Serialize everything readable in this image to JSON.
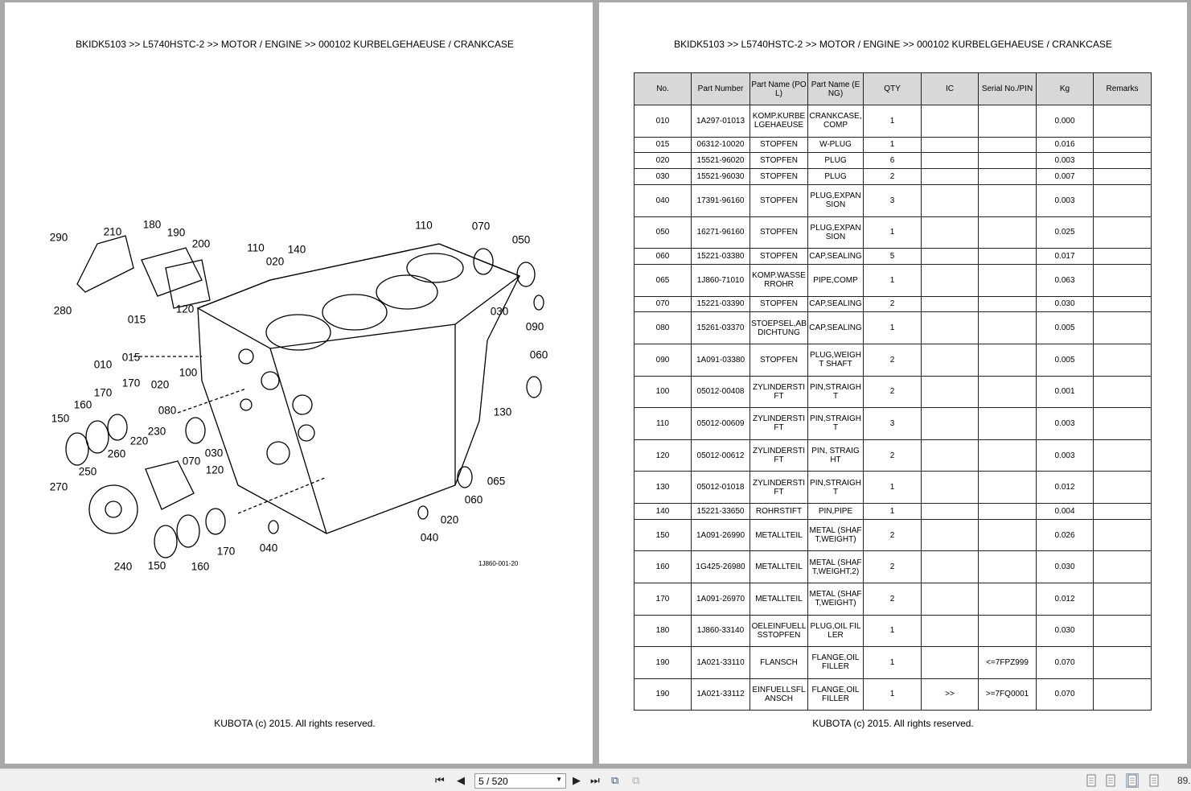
{
  "breadcrumb": "BKIDK5103 >> L5740HSTC-2 >> MOTOR / ENGINE >> 000102   KURBELGEHAEUSE / CRANKCASE",
  "footer": "KUBOTA (c) 2015. All rights reserved.",
  "diagram": {
    "code": "1J860-001-20",
    "callouts": [
      "290",
      "210",
      "180",
      "190",
      "200",
      "110",
      "140",
      "020",
      "110",
      "070",
      "050",
      "280",
      "120",
      "015",
      "030",
      "090",
      "010",
      "015",
      "170",
      "020",
      "100",
      "060",
      "170",
      "160",
      "080",
      "150",
      "230",
      "220",
      "260",
      "070",
      "030",
      "120",
      "130",
      "250",
      "270",
      "065",
      "060",
      "020",
      "040",
      "170",
      "040",
      "240",
      "150",
      "160"
    ]
  },
  "table": {
    "headers": [
      "No.",
      "Part Number",
      "Part Name (POL)",
      "Part Name (ENG)",
      "QTY",
      "IC",
      "Serial No./PIN",
      "Kg",
      "Remarks"
    ],
    "rows": [
      [
        "010",
        "1A297-01013",
        "KOMP.KURBELGEHAEUSE",
        "CRANKCASE, COMP",
        "1",
        "",
        "",
        "0.000",
        ""
      ],
      [
        "015",
        "06312-10020",
        "STOPFEN",
        "W-PLUG",
        "1",
        "",
        "",
        "0.016",
        ""
      ],
      [
        "020",
        "15521-96020",
        "STOPFEN",
        "PLUG",
        "6",
        "",
        "",
        "0.003",
        ""
      ],
      [
        "030",
        "15521-96030",
        "STOPFEN",
        "PLUG",
        "2",
        "",
        "",
        "0.007",
        ""
      ],
      [
        "040",
        "17391-96160",
        "STOPFEN",
        "PLUG,EXPANSION",
        "3",
        "",
        "",
        "0.003",
        ""
      ],
      [
        "050",
        "16271-96160",
        "STOPFEN",
        "PLUG,EXPANSION",
        "1",
        "",
        "",
        "0.025",
        ""
      ],
      [
        "060",
        "15221-03380",
        "STOPFEN",
        "CAP,SEALING",
        "5",
        "",
        "",
        "0.017",
        ""
      ],
      [
        "065",
        "1J860-71010",
        "KOMP.WASSERROHR",
        "PIPE,COMP",
        "1",
        "",
        "",
        "0.063",
        ""
      ],
      [
        "070",
        "15221-03390",
        "STOPFEN",
        "CAP,SEALING",
        "2",
        "",
        "",
        "0.030",
        ""
      ],
      [
        "080",
        "15261-03370",
        "STOEPSEL,ABDICHTUNG",
        "CAP,SEALING",
        "1",
        "",
        "",
        "0.005",
        ""
      ],
      [
        "090",
        "1A091-03380",
        "STOPFEN",
        "PLUG,WEIGHT SHAFT",
        "2",
        "",
        "",
        "0.005",
        ""
      ],
      [
        "100",
        "05012-00408",
        "ZYLINDERSTIFT",
        "PIN,STRAIGHT",
        "2",
        "",
        "",
        "0.001",
        ""
      ],
      [
        "110",
        "05012-00609",
        "ZYLINDERSTIFT",
        "PIN,STRAIGHT",
        "3",
        "",
        "",
        "0.003",
        ""
      ],
      [
        "120",
        "05012-00612",
        "ZYLINDERSTIFT",
        "PIN, STRAIGHT",
        "2",
        "",
        "",
        "0.003",
        ""
      ],
      [
        "130",
        "05012-01018",
        "ZYLINDERSTIFT",
        "PIN,STRAIGHT",
        "1",
        "",
        "",
        "0.012",
        ""
      ],
      [
        "140",
        "15221-33650",
        "ROHRSTIFT",
        "PIN,PIPE",
        "1",
        "",
        "",
        "0.004",
        ""
      ],
      [
        "150",
        "1A091-26990",
        "METALLTEIL",
        "METAL (SHAFT,WEIGHT)",
        "2",
        "",
        "",
        "0.026",
        ""
      ],
      [
        "160",
        "1G425-26980",
        "METALLTEIL",
        "METAL (SHAFT,WEIGHT,2)",
        "2",
        "",
        "",
        "0.030",
        ""
      ],
      [
        "170",
        "1A091-26970",
        "METALLTEIL",
        "METAL (SHAFT,WEIGHT)",
        "2",
        "",
        "",
        "0.012",
        ""
      ],
      [
        "180",
        "1J860-33140",
        "OELEINFUELLSSTOPFEN",
        "PLUG,OIL FILLER",
        "1",
        "",
        "",
        "0.030",
        ""
      ],
      [
        "190",
        "1A021-33110",
        "FLANSCH",
        "FLANGE,OIL FILLER",
        "1",
        "",
        "<=7FPZ999",
        "0.070",
        ""
      ],
      [
        "190",
        "1A021-33112",
        "EINFUELLSFLANSCH",
        "FLANGE,OIL FILLER",
        "1",
        ">>",
        ">=7FQ0001",
        "0.070",
        ""
      ]
    ]
  },
  "toolbar": {
    "page_value": "5 / 520",
    "zoom": "89."
  }
}
